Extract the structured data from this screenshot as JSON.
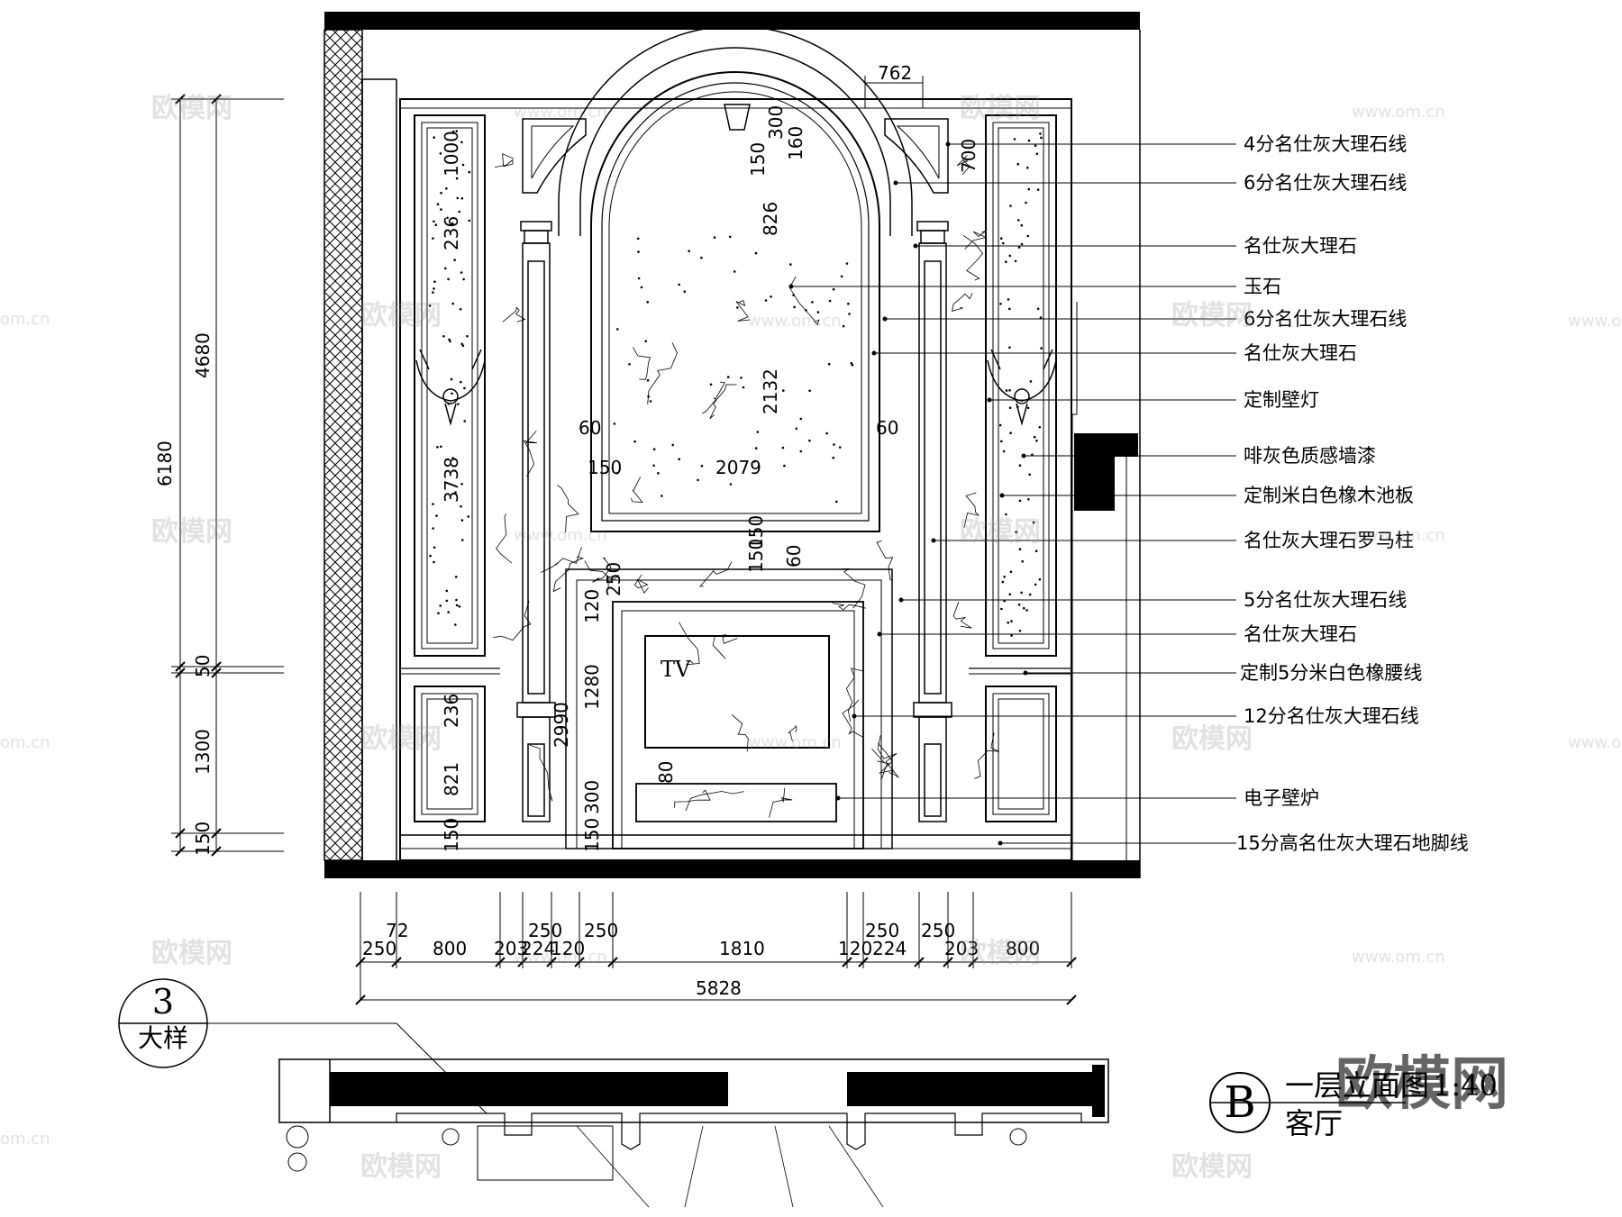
{
  "drawing": {
    "title_symbol": "B",
    "title_main": "一层立面图",
    "title_scale": "1:40",
    "title_room": "客厅",
    "detail_number": "3",
    "detail_label": "大样",
    "tv_label": "TV",
    "logo_text": "欧模网"
  },
  "callouts": [
    "4分名仕灰大理石线",
    "6分名仕灰大理石线",
    "名仕灰大理石",
    "玉石",
    "6分名仕灰大理石线",
    "名仕灰大理石",
    "定制壁灯",
    "啡灰色质感墙漆",
    "定制米白色橡木池板",
    "名仕灰大理石罗马柱",
    "5分名仕灰大理石线",
    "名仕灰大理石",
    "定制5分米白色橡腰线",
    "12分名仕灰大理石线",
    "电子壁炉",
    "15分高名仕灰大理石地脚线"
  ],
  "dims_left": {
    "total": "6180",
    "upper": "4680",
    "lower": "1300",
    "top_gap": "50",
    "base": "150"
  },
  "dims_bottom_row1": [
    "72",
    "250",
    "250",
    "250",
    "250"
  ],
  "dims_bottom_row2": [
    "250",
    "800",
    "203",
    "224",
    "120",
    "1810",
    "120",
    "224",
    "203",
    "800"
  ],
  "dims_total": "5828",
  "dims_inner": {
    "top_panel": "1000",
    "gap_236a": "236",
    "panel_3738": "3738",
    "gap_236b": "236",
    "panel_821": "821",
    "base_150a": "150",
    "arch_300": "300",
    "arch_150": "150",
    "arch_826": "826",
    "arch_160": "160",
    "arch_2132": "2132",
    "arch_2079": "2079",
    "side_60a": "60",
    "side_60b": "60",
    "side_150": "150",
    "mid_150a": "150",
    "mid_150b": "150",
    "mid_60": "60",
    "fire_250": "250",
    "fire_120": "120",
    "fire_2990": "2990",
    "fire_1280": "1280",
    "fire_300": "300",
    "fire_80": "80",
    "fire_150": "150",
    "right_700": "700",
    "top_762": "762"
  },
  "watermarks": [
    "欧模网",
    "www.om.cn",
    "om.cn"
  ]
}
